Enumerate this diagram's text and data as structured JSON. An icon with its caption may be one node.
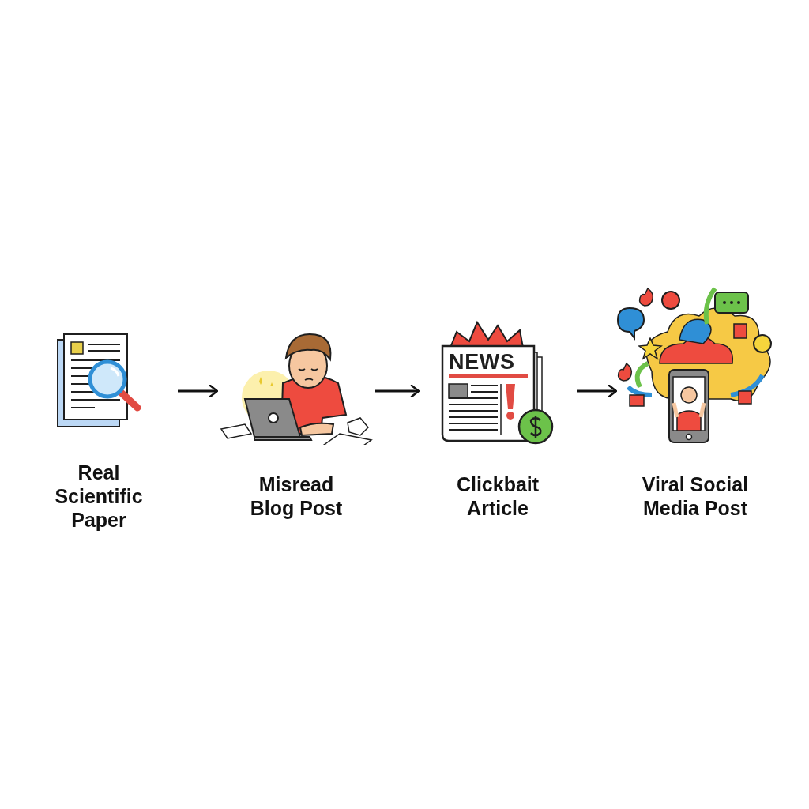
{
  "diagram": {
    "nodes": [
      {
        "text": [
          "Real Scientific Paper"
        ]
      },
      {
        "text": [
          "Misread Blog Post"
        ]
      },
      {
        "text": [
          "Clickbait Article"
        ]
      },
      {
        "text": [
          "Viral Social Media Post"
        ]
      }
    ],
    "edges": [
      {
        "from": 0,
        "to": 1,
        "arrow": "to"
      },
      {
        "from": 1,
        "to": 2,
        "arrow": "to"
      },
      {
        "from": 2,
        "to": 3,
        "arrow": "to"
      }
    ],
    "labels": [
      "NEWS"
    ]
  }
}
